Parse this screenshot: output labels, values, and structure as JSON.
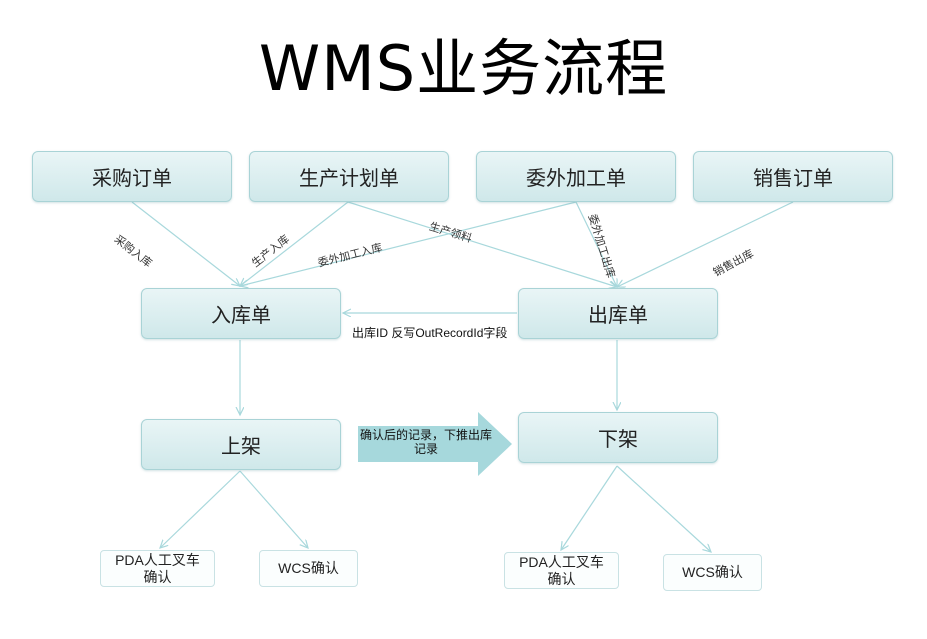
{
  "title": "WMS业务流程",
  "sources": {
    "purchase_order": "采购订单",
    "production_plan": "生产计划单",
    "outsource_order": "委外加工单",
    "sales_order": "销售订单"
  },
  "core": {
    "inbound": "入库单",
    "outbound": "出库单",
    "putaway": "上架",
    "picking": "下架"
  },
  "confirm": {
    "pda_in": "PDA人工叉车确认",
    "wcs_in": "WCS确认",
    "pda_out": "PDA人工叉车确认",
    "wcs_out": "WCS确认"
  },
  "edge_labels": {
    "purchase_in": "采购入库",
    "production_in": "生产入库",
    "outsource_in": "委外加工入库",
    "production_pick": "生产领料",
    "outsource_out": "委外加工出库",
    "sales_out": "销售出库"
  },
  "notes": {
    "writeback": "出库ID 反写OutRecordId字段",
    "push_down": "确认后的记录，下推出库记录"
  },
  "colors": {
    "box_fill": "#d8eef0",
    "box_border": "#a9d3d6",
    "connector": "#a8d8dc",
    "block_arrow": "#a6d8dc"
  }
}
